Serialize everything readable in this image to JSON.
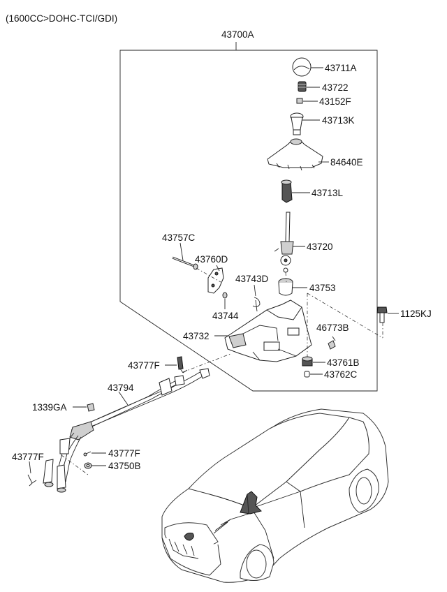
{
  "header": {
    "variant": "(1600CC>DOHC-TCI/GDI)"
  },
  "labels": {
    "p43700A": "43700A",
    "p43711A": "43711A",
    "p43722": "43722",
    "p43152F": "43152F",
    "p43713K": "43713K",
    "p84640E": "84640E",
    "p43713L": "43713L",
    "p43757C": "43757C",
    "p43720": "43720",
    "p43760D": "43760D",
    "p43743D": "43743D",
    "p43753": "43753",
    "p43744": "43744",
    "p1125KJ": "1125KJ",
    "p43732": "43732",
    "p46773B": "46773B",
    "p43761B": "43761B",
    "p43762C": "43762C",
    "p43777F_top": "43777F",
    "p43794": "43794",
    "p1339GA": "1339GA",
    "p43777F_mid": "43777F",
    "p43777F_left": "43777F",
    "p43750B": "43750B"
  }
}
